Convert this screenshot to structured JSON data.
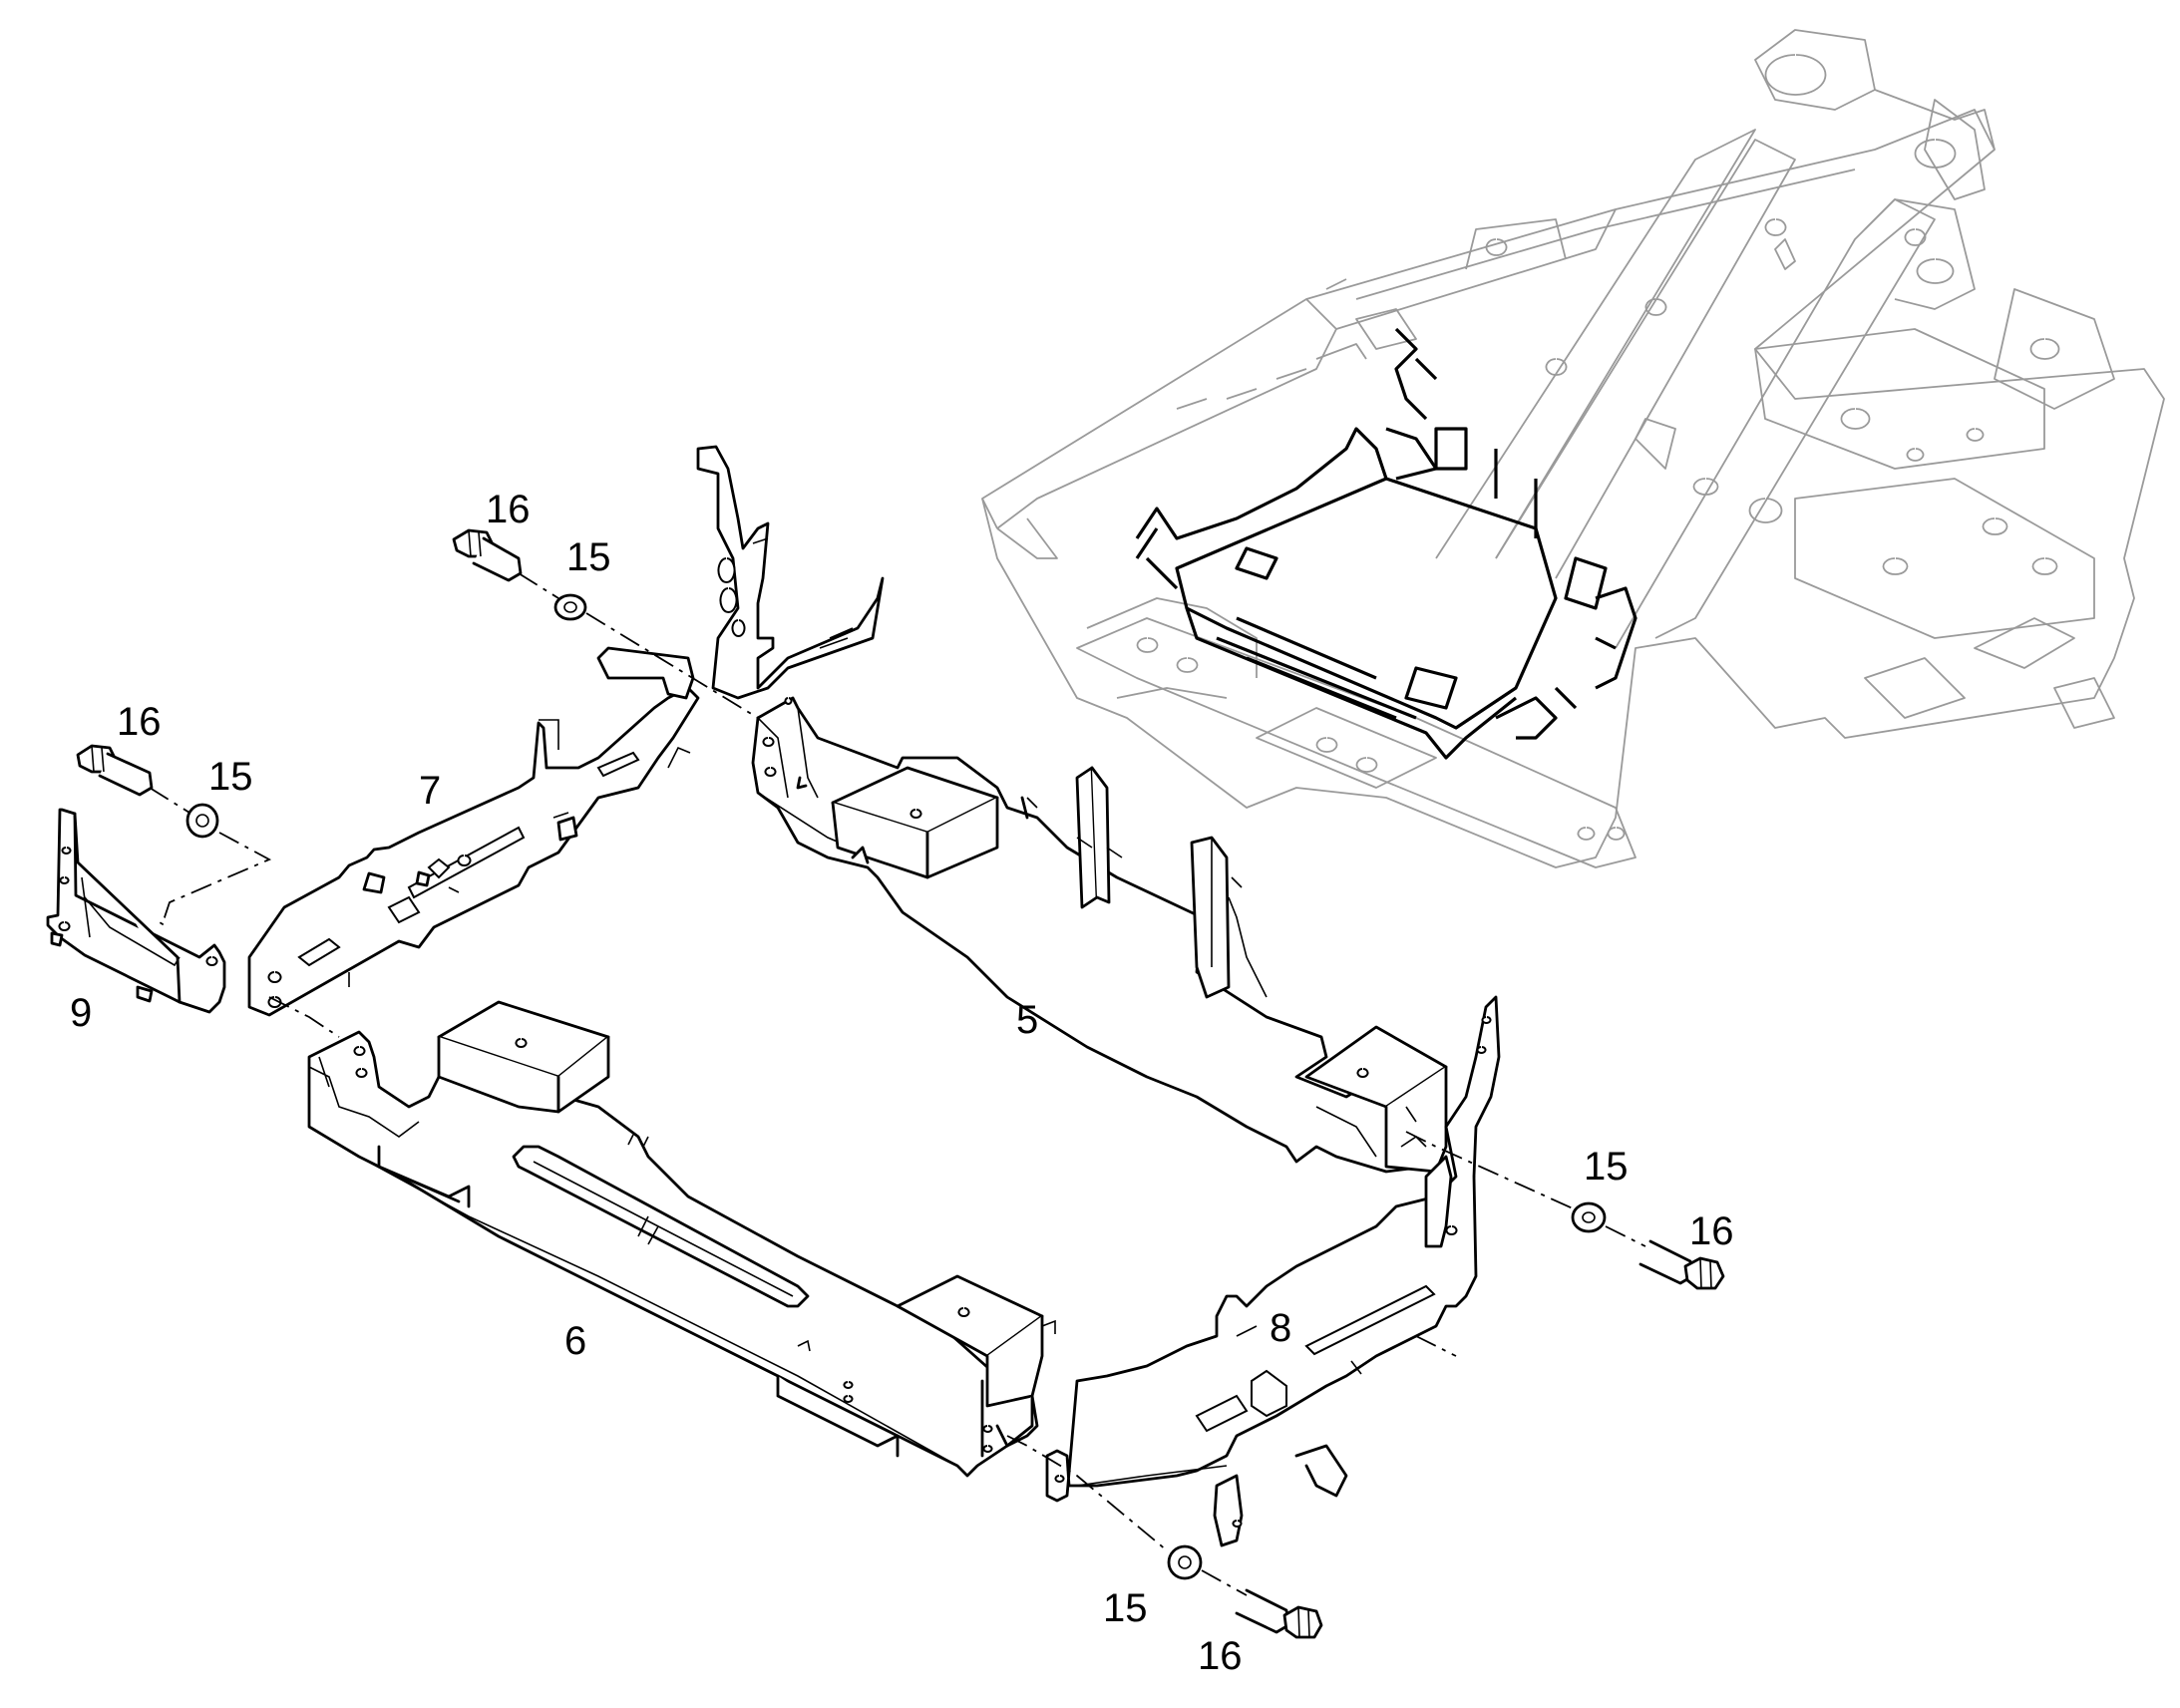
{
  "diagram": {
    "background": "#ffffff",
    "line_color": "#000000",
    "context_line_color": "#9a9a9a",
    "callouts": [
      {
        "id": "c16a",
        "text": "16",
        "part": "bolt"
      },
      {
        "id": "c15a",
        "text": "15",
        "part": "washer"
      },
      {
        "id": "c16b",
        "text": "16",
        "part": "bolt"
      },
      {
        "id": "c15b",
        "text": "15",
        "part": "washer"
      },
      {
        "id": "c7",
        "text": "7",
        "part": "bracket-left"
      },
      {
        "id": "c9",
        "text": "9",
        "part": "end-bracket"
      },
      {
        "id": "c5",
        "text": "5",
        "part": "rear-beam"
      },
      {
        "id": "c6",
        "text": "6",
        "part": "front-beam"
      },
      {
        "id": "c8",
        "text": "8",
        "part": "bracket-right"
      },
      {
        "id": "c15c",
        "text": "15",
        "part": "washer"
      },
      {
        "id": "c16c",
        "text": "16",
        "part": "bolt"
      },
      {
        "id": "c15d",
        "text": "15",
        "part": "washer"
      },
      {
        "id": "c16d",
        "text": "16",
        "part": "bolt"
      }
    ]
  }
}
